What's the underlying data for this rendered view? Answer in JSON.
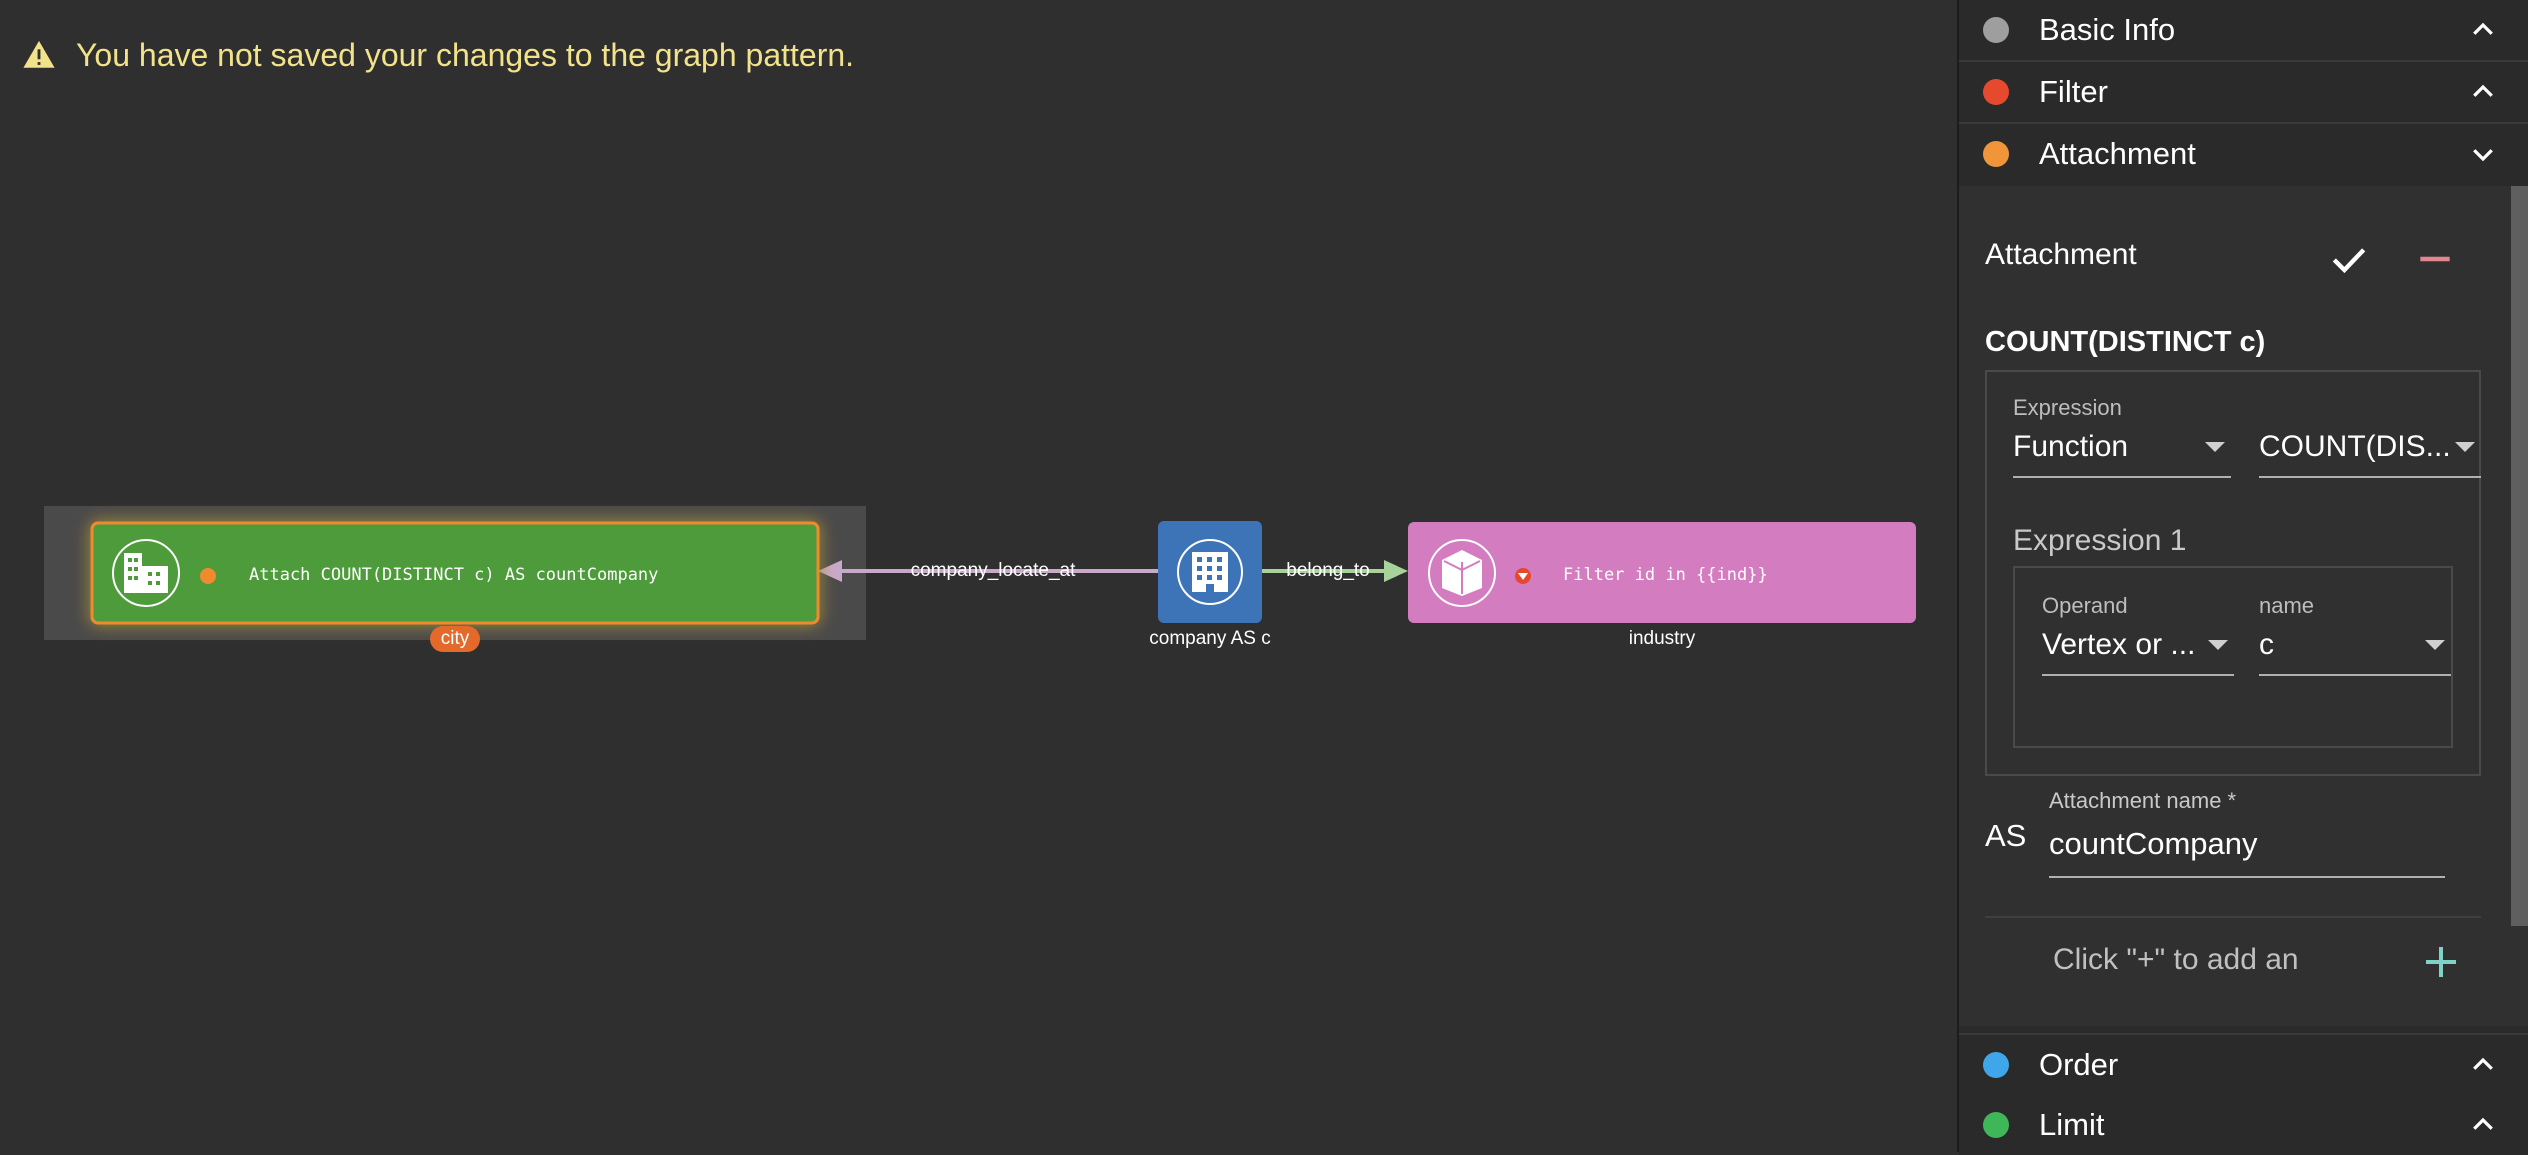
{
  "warning": {
    "icon": "warning-icon",
    "text": "You have not saved your changes to the graph pattern."
  },
  "graph": {
    "nodes": [
      {
        "id": "city",
        "label": "city",
        "text": "Attach COUNT(DISTINCT c) AS countCompany",
        "color": "#4e9b3b",
        "icon": "city-building-icon",
        "selected": true
      },
      {
        "id": "company",
        "label": "company AS c",
        "color": "#3d74b8",
        "icon": "office-building-icon"
      },
      {
        "id": "industry",
        "label": "industry",
        "text": "Filter id in {{ind}}",
        "color": "#d47cc0",
        "icon": "industry-box-icon"
      }
    ],
    "edges": [
      {
        "label": "company_locate_at",
        "from": "company",
        "to": "city",
        "color": "#c8a9c9"
      },
      {
        "label": "belong_to",
        "from": "company",
        "to": "industry",
        "color": "#a7d39a"
      }
    ]
  },
  "panel": {
    "sections": [
      {
        "title": "Basic Info",
        "color": "#9e9e9e",
        "expanded": false
      },
      {
        "title": "Filter",
        "color": "#e64a2e",
        "expanded": false
      },
      {
        "title": "Attachment",
        "color": "#f0953a",
        "expanded": true
      },
      {
        "title": "Order",
        "color": "#3fa6ea",
        "expanded": false
      },
      {
        "title": "Limit",
        "color": "#3fb657",
        "expanded": false
      }
    ],
    "attachment": {
      "title": "Attachment",
      "count_title": "COUNT(DISTINCT c)",
      "expression_label": "Expression",
      "expression_type": "Function",
      "expression_func": "COUNT(DIS...",
      "expression1_label": "Expression 1",
      "operand_label": "Operand",
      "operand_value": "Vertex or ...",
      "name_label": "name",
      "name_value": "c",
      "as_label": "AS",
      "attachment_name_label": "Attachment name *",
      "attachment_name_value": "countCompany",
      "add_hint": "Click \"+\" to add an"
    }
  }
}
